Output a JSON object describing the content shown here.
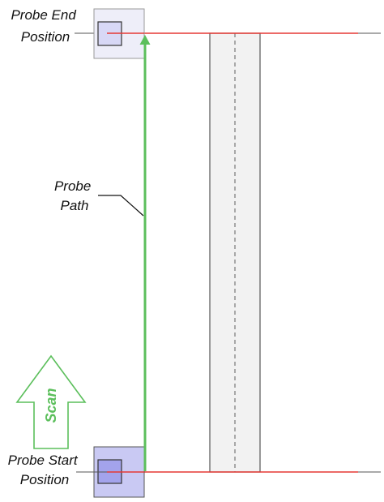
{
  "labels": {
    "end": [
      "Probe End",
      "Position"
    ],
    "start": [
      "Probe Start",
      "Position"
    ],
    "path": [
      "Probe",
      "Path"
    ],
    "scan": "Scan"
  },
  "colors": {
    "path": "#5cbf5c",
    "scan_arrow": "#5cbf5c",
    "red_line": "#e53935",
    "end_box_fill": "#eeeef9",
    "start_box_fill": "#c9c9f3",
    "inner_end_fill": "#d8d8f6",
    "inner_start_fill": "#a3a3ec",
    "channel_fill": "#f2f2f2"
  }
}
